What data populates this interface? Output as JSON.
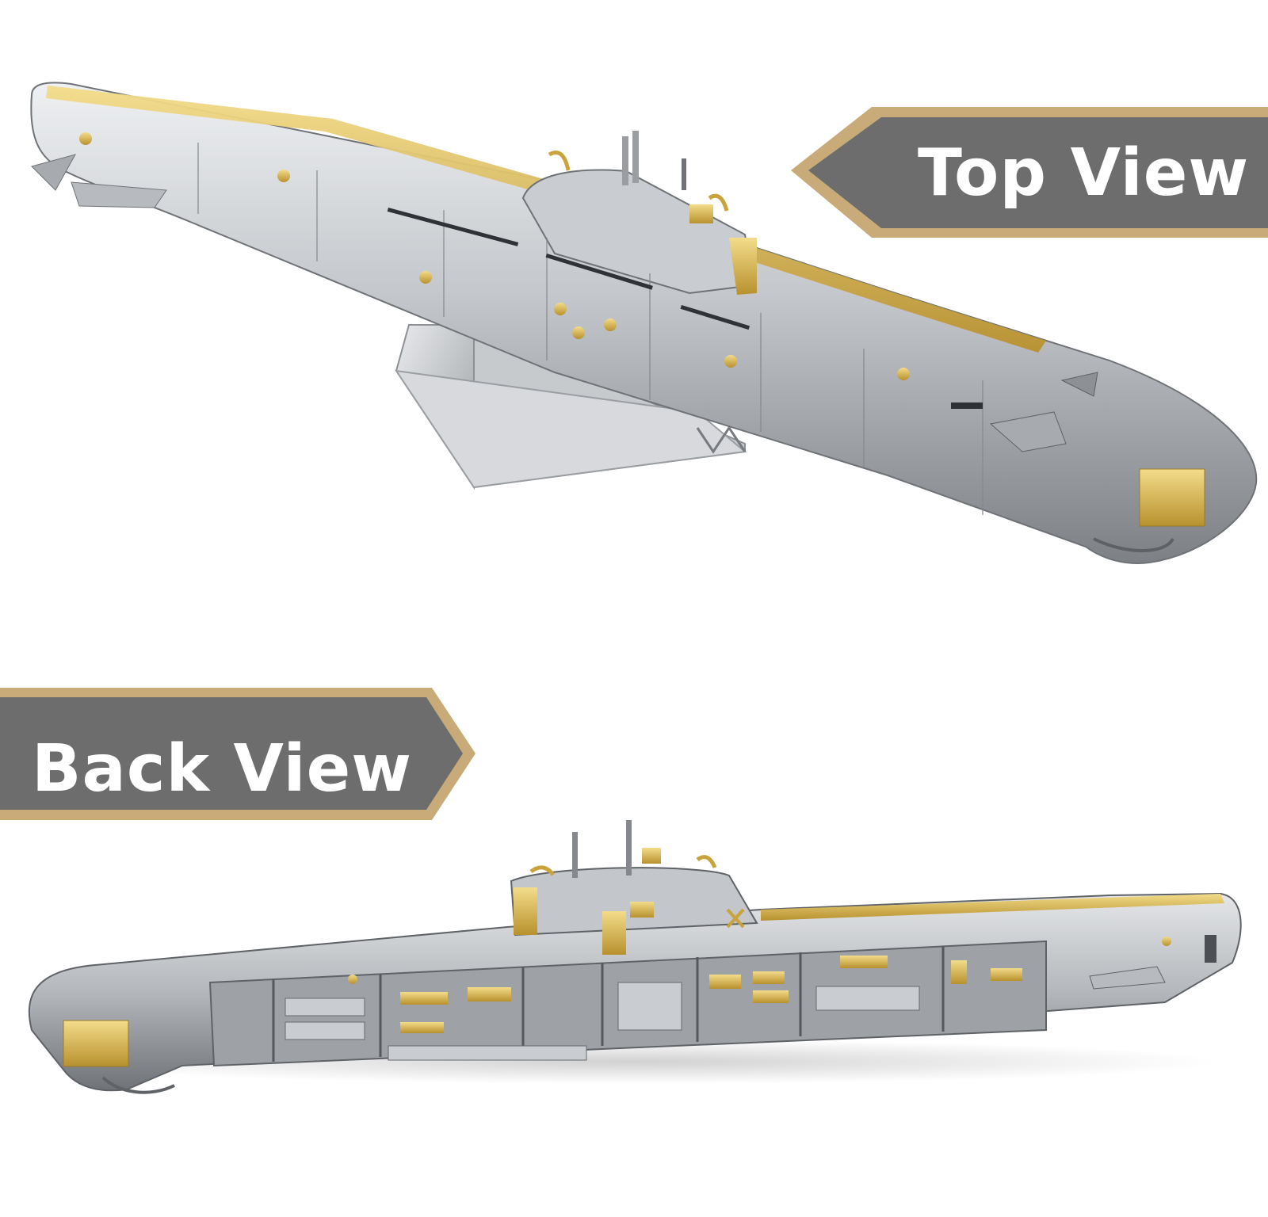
{
  "labels": {
    "top": "Top View",
    "back": "Back View"
  },
  "colors": {
    "banner_fill": "#6d6d6d",
    "banner_border": "#c8ab78",
    "hull_silver": "#b9bcc0",
    "hull_gold": "#d8b54a",
    "background": "#ffffff"
  },
  "subjects": {
    "top": "submarine-model-top",
    "back": "submarine-model-back-cutaway"
  }
}
